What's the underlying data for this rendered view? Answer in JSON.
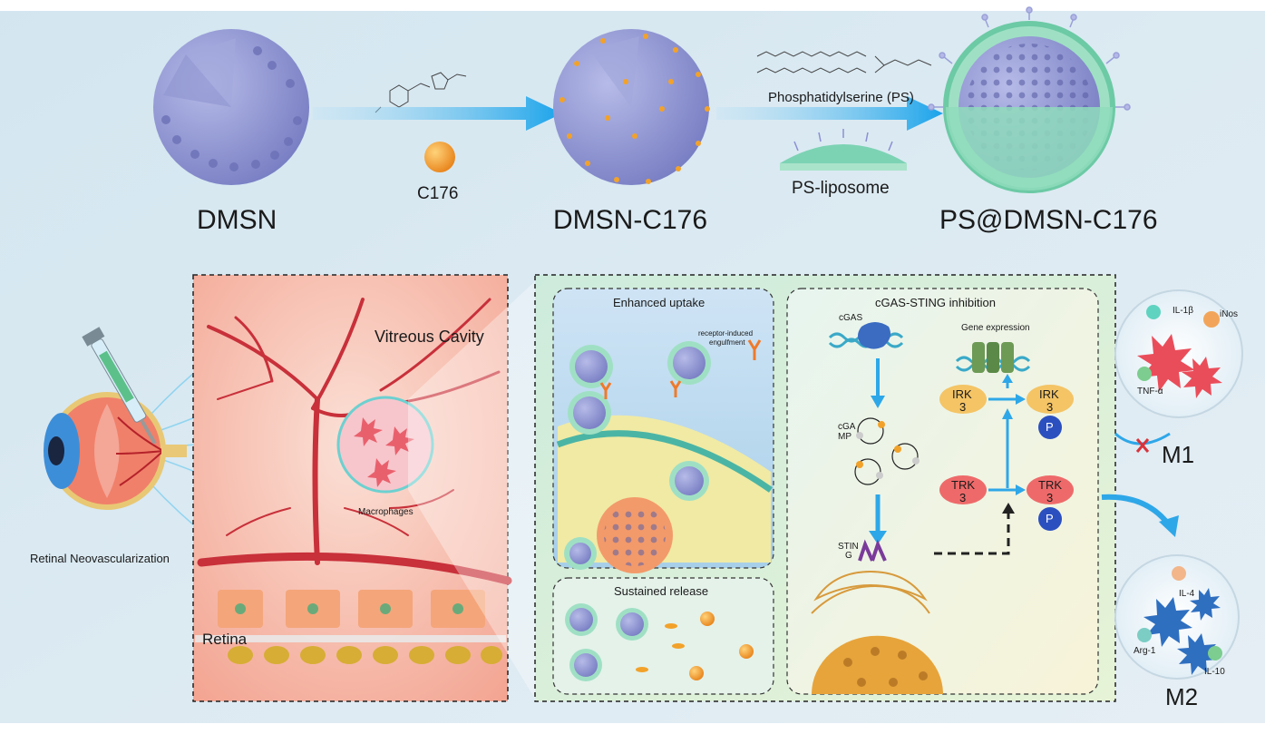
{
  "top_row": {
    "dmsn_label": "DMSN",
    "c176_label": "C176",
    "dmsn_c176_label": "DMSN-C176",
    "ps_label": "Phosphatidylserine (PS)",
    "ps_liposome_label": "PS-liposome",
    "ps_dmsn_c176_label": "PS@DMSN-C176"
  },
  "eye": {
    "label": "Retinal Neovascularization"
  },
  "retina_panel": {
    "vitreous_label": "Vitreous Cavity",
    "macrophages_label": "Macrophages",
    "retina_label": "Retina"
  },
  "uptake_panel": {
    "title": "Enhanced uptake",
    "receptor_note_line1": "receptor-induced",
    "receptor_note_line2": "engulfment"
  },
  "release_panel": {
    "title": "Sustained release"
  },
  "sting_panel": {
    "title": "cGAS-STING inhibition",
    "cgas_label": "cGAS",
    "gene_expression_label": "Gene expression",
    "cgamp_line1": "cGA",
    "cgamp_line2": "MP",
    "irk_line1": "IRK",
    "irk_line2": "3",
    "irk_p_line1": "IRK",
    "irk_p_line2": "3",
    "trk_line1": "TRK",
    "trk_line2": "3",
    "trk_p_line1": "TRK",
    "trk_p_line2": "3",
    "p_label": "P",
    "sting_line1": "STIN",
    "sting_line2": "G"
  },
  "m1": {
    "label": "M1",
    "il1b": "IL-1β",
    "inos": "iNos",
    "tnfa": "TNF-α"
  },
  "m2": {
    "label": "M2",
    "il4": "IL-4",
    "arg1": "Arg-1",
    "il10": "IL-10"
  },
  "colors": {
    "background": "#dbe9f2",
    "arrow": "#2ea7e8",
    "nanoparticle": "#8a92cf",
    "drug": "#f2a22a",
    "liposome": "#7cd3b4",
    "vessel": "#c8303a",
    "m1_cell": "#ea4d5a",
    "m2_cell": "#2f6fc0"
  }
}
